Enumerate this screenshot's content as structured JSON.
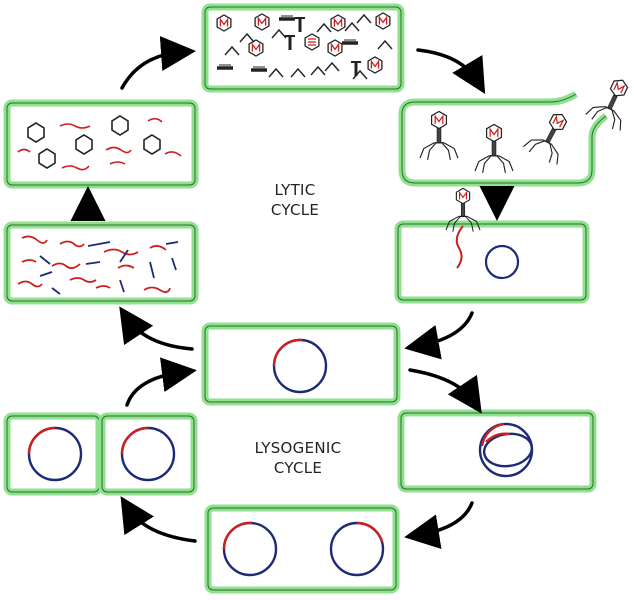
{
  "labels": {
    "lytic_line1": "LYTIC",
    "lytic_line2": "CYCLE",
    "lysogenic_line1": "LYSOGENIC",
    "lysogenic_line2": "CYCLE"
  },
  "colors": {
    "cell_border": "#8fe08f",
    "cell_border_outline": "#2a6e2a",
    "viral_dna": "#cc1f1f",
    "host_dna": "#1c2a78",
    "arrow": "#000000",
    "capsid": "#333333"
  },
  "icons": {
    "phage": "bacteriophage-icon",
    "capsid": "capsid-hexagon-icon",
    "tail_fiber": "tail-fiber-icon",
    "arrow": "curved-arrow-icon"
  }
}
